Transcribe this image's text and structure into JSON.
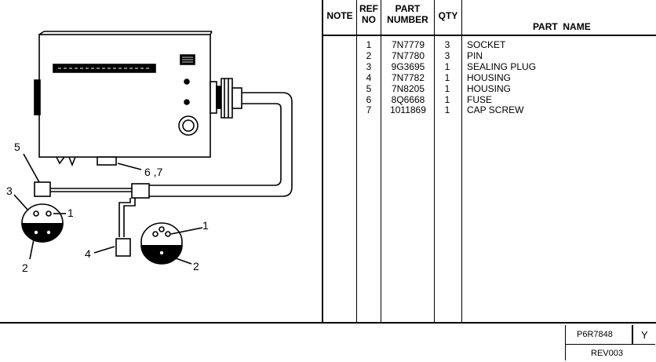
{
  "table": {
    "headers": {
      "note": "NOTE",
      "ref_line1": "REF",
      "ref_line2": "NO",
      "pn_line1": "PART",
      "pn_line2": "NUMBER",
      "qty": "QTY",
      "name": "PART  NAME"
    },
    "rows": [
      {
        "ref": "1",
        "part_number": "7N7779",
        "qty": "3",
        "name": "SOCKET"
      },
      {
        "ref": "2",
        "part_number": "7N7780",
        "qty": "3",
        "name": "PIN"
      },
      {
        "ref": "3",
        "part_number": "9G3695",
        "qty": "1",
        "name": "SEALING PLUG"
      },
      {
        "ref": "4",
        "part_number": "7N7782",
        "qty": "1",
        "name": "HOUSING"
      },
      {
        "ref": "5",
        "part_number": "7N8205",
        "qty": "1",
        "name": "HOUSING"
      },
      {
        "ref": "6",
        "part_number": "8Q6668",
        "qty": "1",
        "name": "FUSE"
      },
      {
        "ref": "7",
        "part_number": "1011869",
        "qty": "1",
        "name": "CAP SCREW"
      }
    ]
  },
  "diagram": {
    "callouts": {
      "c5": "5",
      "c3": "3",
      "c1a": "1",
      "c2a": "2",
      "c4": "4",
      "c1b": "1",
      "c2b": "2",
      "c67": "6 ,7"
    }
  },
  "footer": {
    "doc_id": "P6R7848",
    "rev_code": "Y",
    "revision": "REV003"
  }
}
